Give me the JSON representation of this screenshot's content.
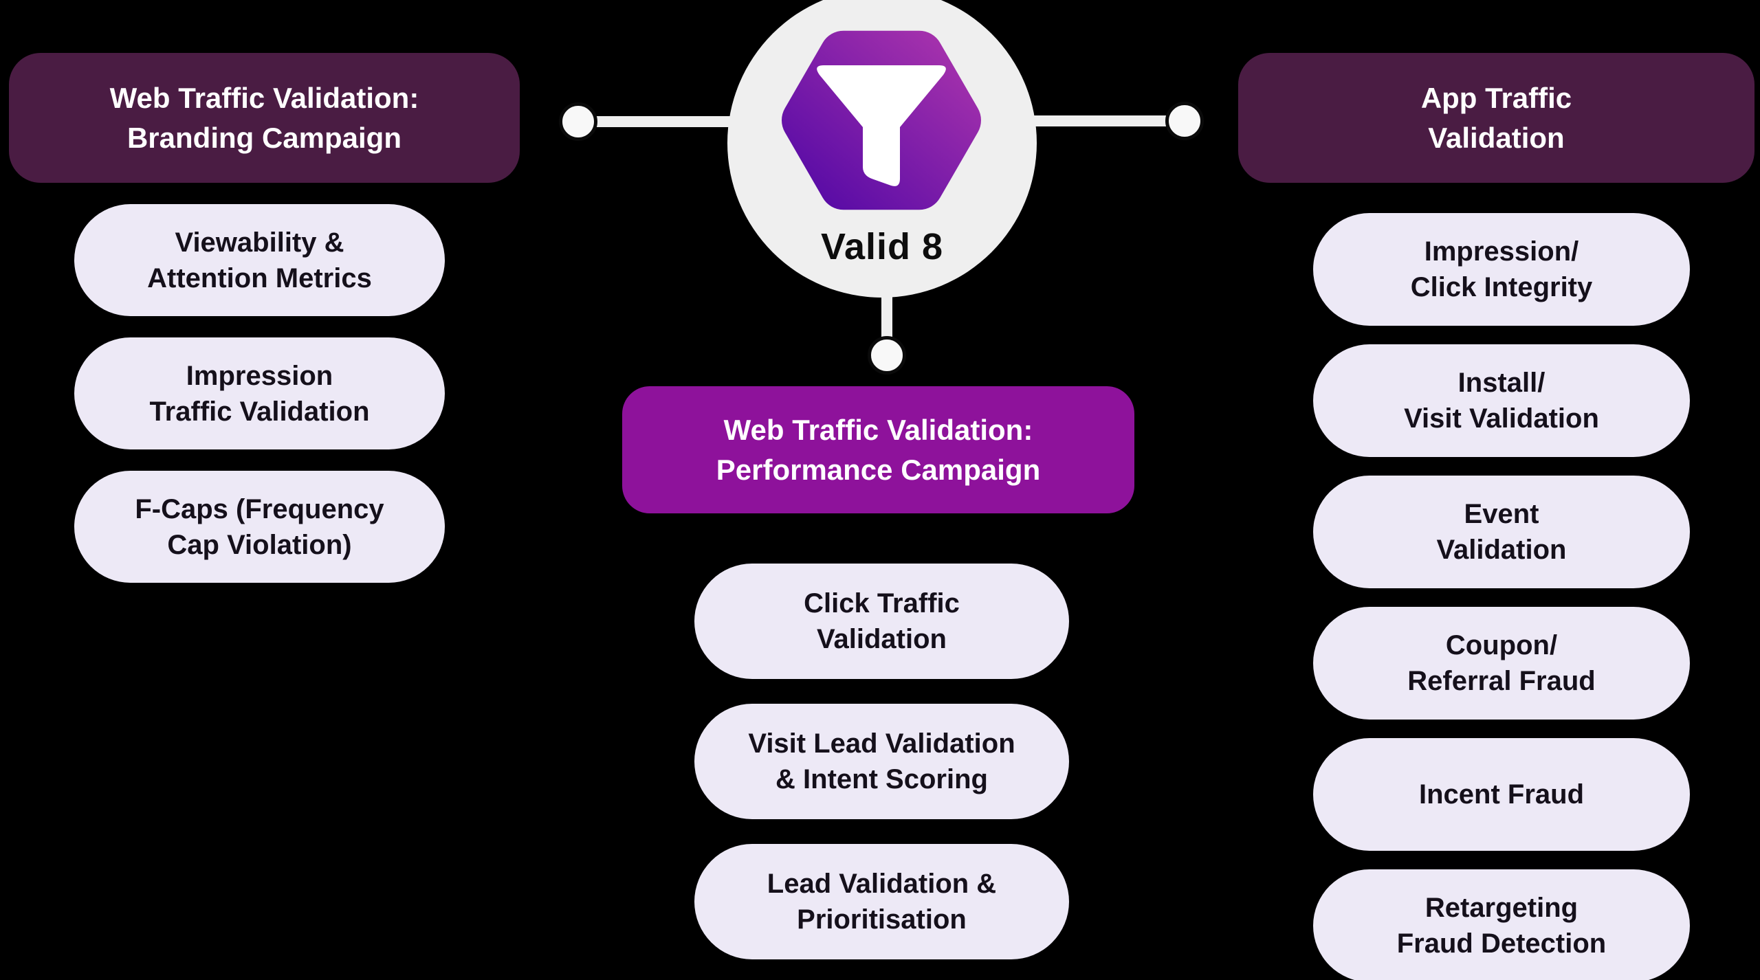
{
  "diagram": {
    "center": {
      "brand": "Valid 8",
      "icon": "funnel-icon"
    },
    "left": {
      "title": "Web Traffic Validation:\nBranding Campaign",
      "items": [
        "Viewability &\nAttention Metrics",
        "Impression\nTraffic Validation",
        "F-Caps (Frequency\nCap Violation)"
      ]
    },
    "middle": {
      "title": "Web Traffic Validation:\nPerformance Campaign",
      "items": [
        "Click Traffic\nValidation",
        "Visit Lead Validation\n& Intent Scoring",
        "Lead Validation &\nPrioritisation"
      ]
    },
    "right": {
      "title": "App Traffic\nValidation",
      "items": [
        "Impression/\nClick Integrity",
        "Install/\nVisit Validation",
        "Event\nValidation",
        "Coupon/\nReferral Fraud",
        "Incent Fraud",
        "Retargeting\nFraud Detection"
      ]
    },
    "colors": {
      "background": "#000000",
      "header_dark": "#4A1C43",
      "header_bright": "#8E129B",
      "pill": "#EDE9F6",
      "pill_text": "#15101B",
      "header_text": "#FFFFFF",
      "center_circle": "#EFEFEF",
      "hex_gradient_start": "#A431AC",
      "hex_gradient_end": "#5A0CA6",
      "connector": "#EFEFEF",
      "node_fill": "#F8F8F8",
      "node_border": "#0A0A0A"
    }
  }
}
